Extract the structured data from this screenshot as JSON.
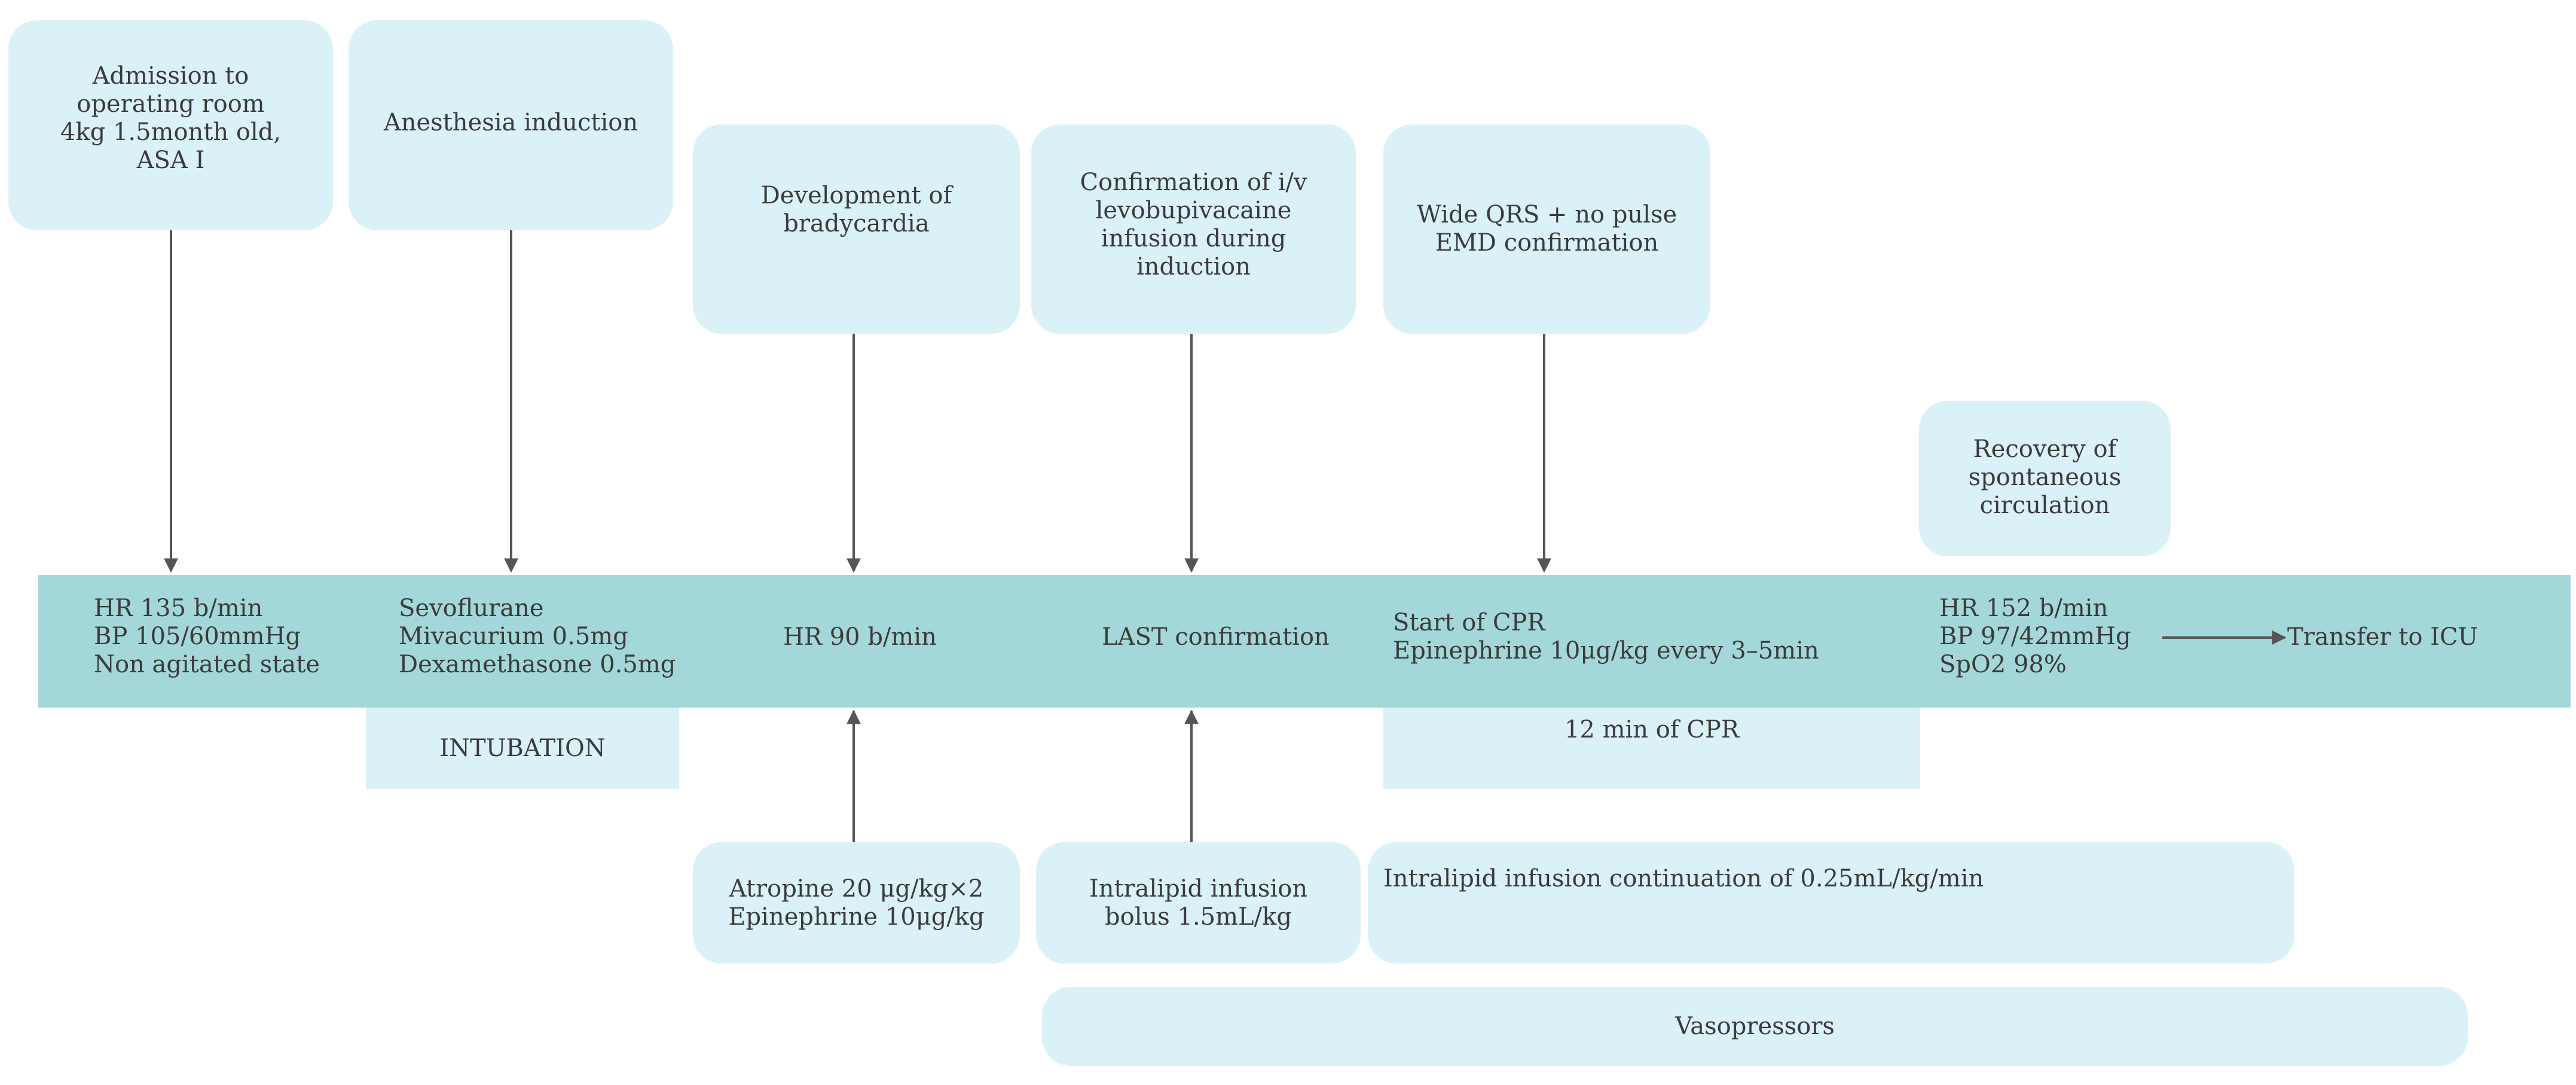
{
  "top_events": {
    "admission": "Admission to\noperating room\n4kg 1.5month old,\nASA I",
    "induction": "Anesthesia induction",
    "bradycardia": "Development of\nbradycardia",
    "confirmation_iv": "Confirmation of i/v\nlevobupivacaine\ninfusion during\ninduction",
    "wide_qrs": "Wide QRS + no pulse\nEMD confirmation",
    "recovery": "Recovery of\nspontaneous\ncirculation"
  },
  "timeline": {
    "state_1": [
      "HR 135 b/min",
      "BP 105/60mmHg",
      "Non agitated state"
    ],
    "state_2": [
      "Sevoflurane",
      "Mivacurium 0.5mg",
      "Dexamethasone 0.5mg"
    ],
    "state_3": "HR 90 b/min",
    "state_4": "LAST confirmation",
    "state_5": [
      "Start of CPR",
      "Epinephrine 10μg/kg every 3–5min"
    ],
    "state_6": [
      "HR 152 b/min",
      "BP 97/42mmHg",
      "SpO2 98%"
    ],
    "final": "Transfer to ICU"
  },
  "bottom_events": {
    "intubation": "INTUBATION",
    "cpr_duration": "12 min of CPR",
    "atropine": "Atropine 20 μg/kg×2\nEpinephrine 10μg/kg",
    "intralipid_bolus": "Intralipid infusion\nbolus 1.5mL/kg",
    "intralipid_continuation": "Intralipid infusion continuation of 0.25mL/kg/min",
    "vasopressors": "Vasopressors"
  },
  "colors": {
    "box_fill": "#daf1f8",
    "timeline_band": "#a3d7d9",
    "arrow": "#555555",
    "text": "#3b3b3b"
  }
}
